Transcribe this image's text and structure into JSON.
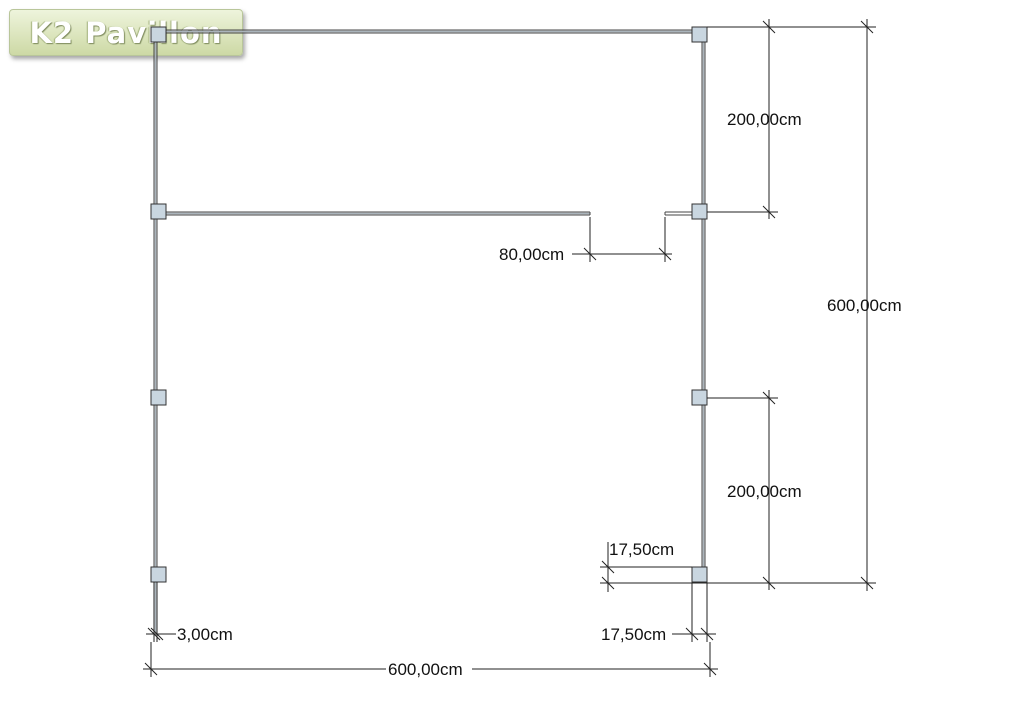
{
  "logo": {
    "text": "K2 Pavillon"
  },
  "dimensions": {
    "top_right_segment": "200,00cm",
    "bottom_right_segment": "200,00cm",
    "overall_height": "600,00cm",
    "door_opening": "80,00cm",
    "post_offset_vertical": "17,50cm",
    "post_offset_horizontal": "17,50cm",
    "wall_thickness": "3,00cm",
    "overall_width": "600,00cm"
  },
  "colors": {
    "post_fill": "#c9d6e0",
    "line": "#333333"
  }
}
